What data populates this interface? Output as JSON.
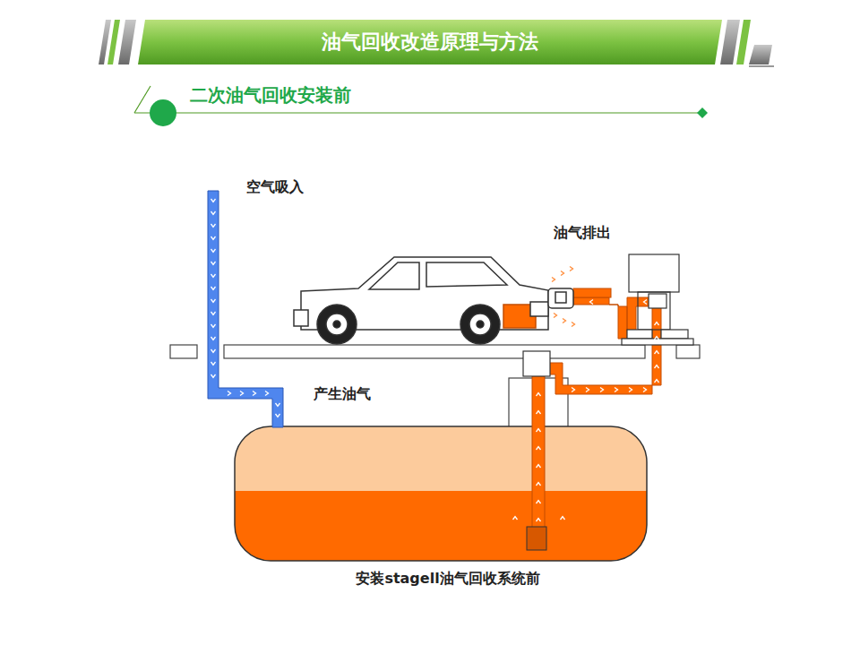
{
  "diagram": {
    "title": "油气回收改造原理与方法",
    "caption": "安装stagell油气回收系统前",
    "labels": [
      "二次油气回收安装前",
      "空气吸入",
      "油气排出",
      "产生油气"
    ]
  }
}
